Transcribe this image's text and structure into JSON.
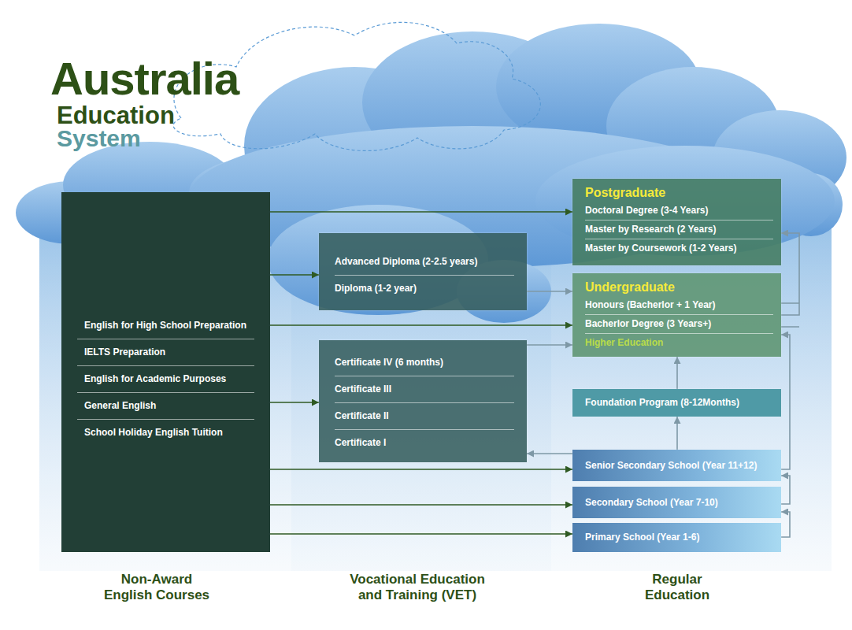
{
  "diagram": {
    "title": "Australia",
    "nodes": [
      {
        "text": [
          "English for High School Preparation",
          "IELTS Preparation",
          "English for Academic Purposes",
          "General English",
          "School Holiday English Tuition"
        ]
      },
      {
        "text": [
          "Advanced Diploma (2-2.5 years)",
          "Diploma (1-2 year)"
        ]
      },
      {
        "text": [
          "Certificate IV (6 months)",
          "Certificate III",
          "Certificate II",
          "Certificate I"
        ]
      },
      {
        "text": [
          "Postgraduate",
          "Doctoral Degree (3-4 Years)",
          "Master by Research (2 Years)",
          "Master by Coursework (1-2 Years)"
        ]
      },
      {
        "text": [
          "Undergraduate",
          "Honours (Bacherlor + 1 Year)",
          "Bacherlor Degree (3 Years+)",
          "Higher Education"
        ]
      },
      {
        "text": [
          "Foundation Program (8-12Months)"
        ]
      },
      {
        "text": [
          "Senior Secondary School (Year 11+12)"
        ]
      },
      {
        "text": [
          "Secondary School (Year 7-10)"
        ]
      },
      {
        "text": [
          "Primary School (Year 1-6)"
        ]
      }
    ],
    "edges": [
      {
        "from": 0,
        "to": 3,
        "arrow": "to"
      },
      {
        "from": 0,
        "to": 1,
        "arrow": "to"
      },
      {
        "from": 0,
        "to": 4,
        "arrow": "to"
      },
      {
        "from": 0,
        "to": 2,
        "arrow": "to"
      },
      {
        "from": 0,
        "to": 6,
        "arrow": "to"
      },
      {
        "from": 0,
        "to": 7,
        "arrow": "to"
      },
      {
        "from": 0,
        "to": 8,
        "arrow": "to"
      },
      {
        "from": 1,
        "to": 4,
        "arrow": "to"
      },
      {
        "from": 2,
        "to": 4,
        "arrow": "to"
      },
      {
        "from": 6,
        "to": 2,
        "arrow": "to"
      },
      {
        "from": 6,
        "to": 5,
        "arrow": "to"
      },
      {
        "from": 5,
        "to": 4,
        "arrow": "to"
      },
      {
        "from": 6,
        "to": 4,
        "arrow": "to"
      },
      {
        "from": 7,
        "to": 6,
        "arrow": "to"
      },
      {
        "from": 8,
        "to": 7,
        "arrow": "to"
      },
      {
        "from": 4,
        "to": 3,
        "arrow": "to"
      }
    ],
    "labels": [
      "Education",
      "System",
      "Non-Award English Courses",
      "Vocational Education and Training (VET)",
      "Regular Education"
    ]
  }
}
